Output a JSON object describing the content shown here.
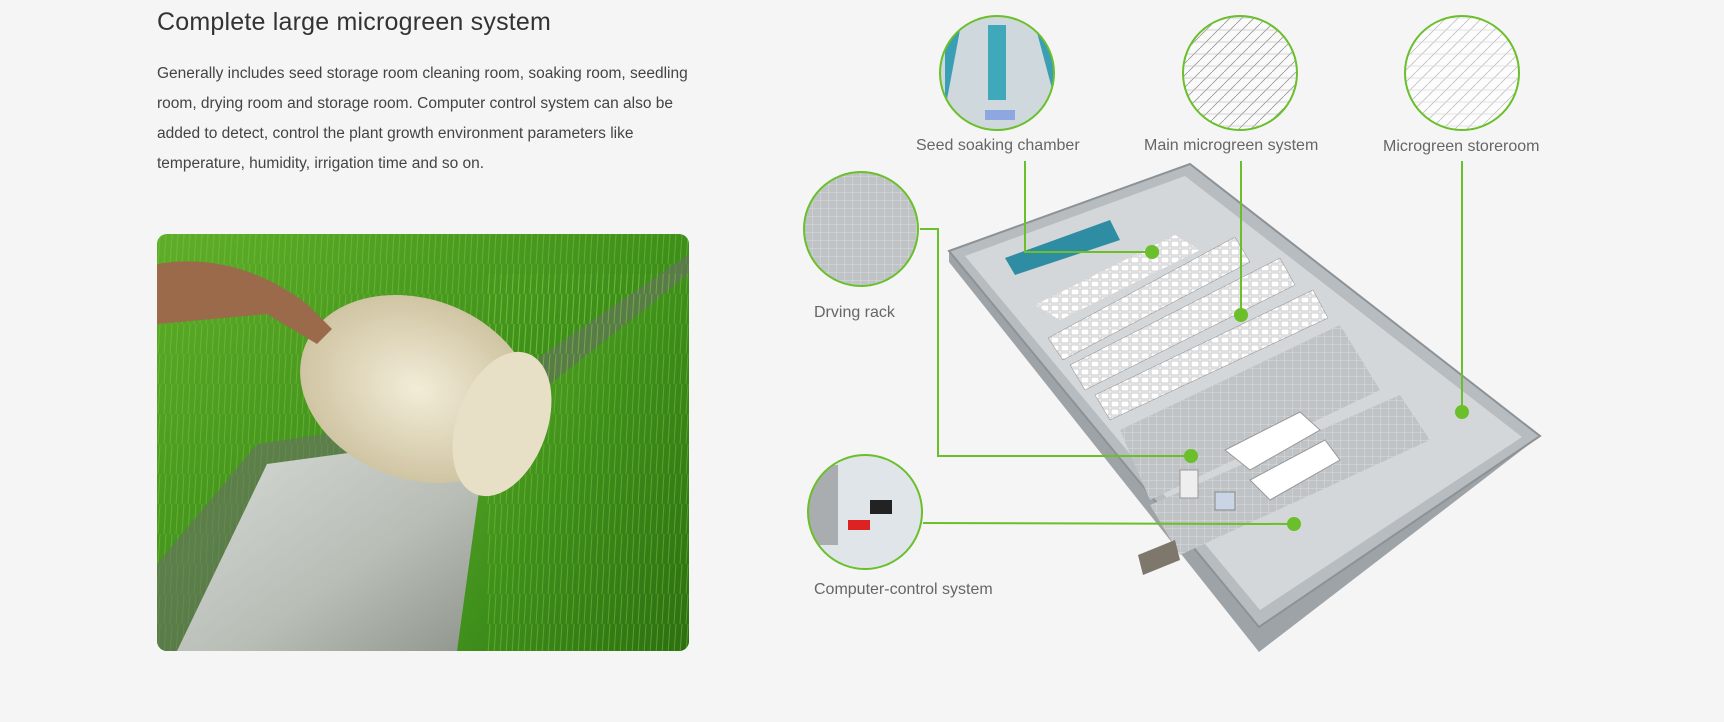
{
  "section": {
    "title": "Complete large microgreen system",
    "description": "Generally includes seed storage room cleaning room, soaking room, seedling room, drying room and storage room. Computer control system can also be added to detect, control the plant growth environment parameters like temperature, humidity, irrigation time and so on."
  },
  "diagram": {
    "accent_color": "#6abf2a",
    "labels": {
      "seed_soaking": "Seed soaking chamber",
      "main_system": "Main microgreen system",
      "storeroom": "Microgreen storeroom",
      "drying_rack": "Drving rack",
      "computer_control": "Computer-control system"
    }
  }
}
